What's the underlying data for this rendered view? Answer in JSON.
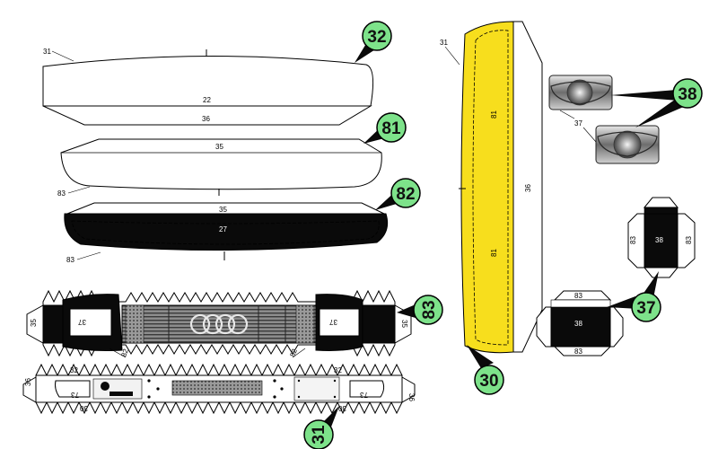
{
  "colors": {
    "badge": "#7de28a",
    "yellow": "#f7de1d",
    "black": "#0a0a0a"
  },
  "badges": {
    "b32": "32",
    "b81": "81",
    "b82": "82",
    "b83": "83",
    "b30": "30",
    "b38": "38",
    "b37": "37",
    "b31": "31"
  },
  "labels": {
    "l31a": "31",
    "l22": "22",
    "l36a": "36",
    "l35a": "35",
    "l83a": "83",
    "l35b": "35",
    "l27": "27",
    "l83b": "83",
    "l31b": "31",
    "l81a": "81",
    "l36b": "36",
    "l81b": "81",
    "l37a": "37",
    "l83c": "83",
    "l83d": "83",
    "l38a": "38",
    "l83e": "83",
    "l38b": "38",
    "l83f": "83",
    "l35c": "35",
    "l37b": "37",
    "l37c": "37",
    "l35d": "35",
    "l82a": "82",
    "l82b": "82",
    "l36c": "36",
    "l73a": "73",
    "l32a": "32",
    "l32b": "32",
    "l73b": "73",
    "l36d": "36",
    "l30a": "30",
    "l30b": "30"
  }
}
